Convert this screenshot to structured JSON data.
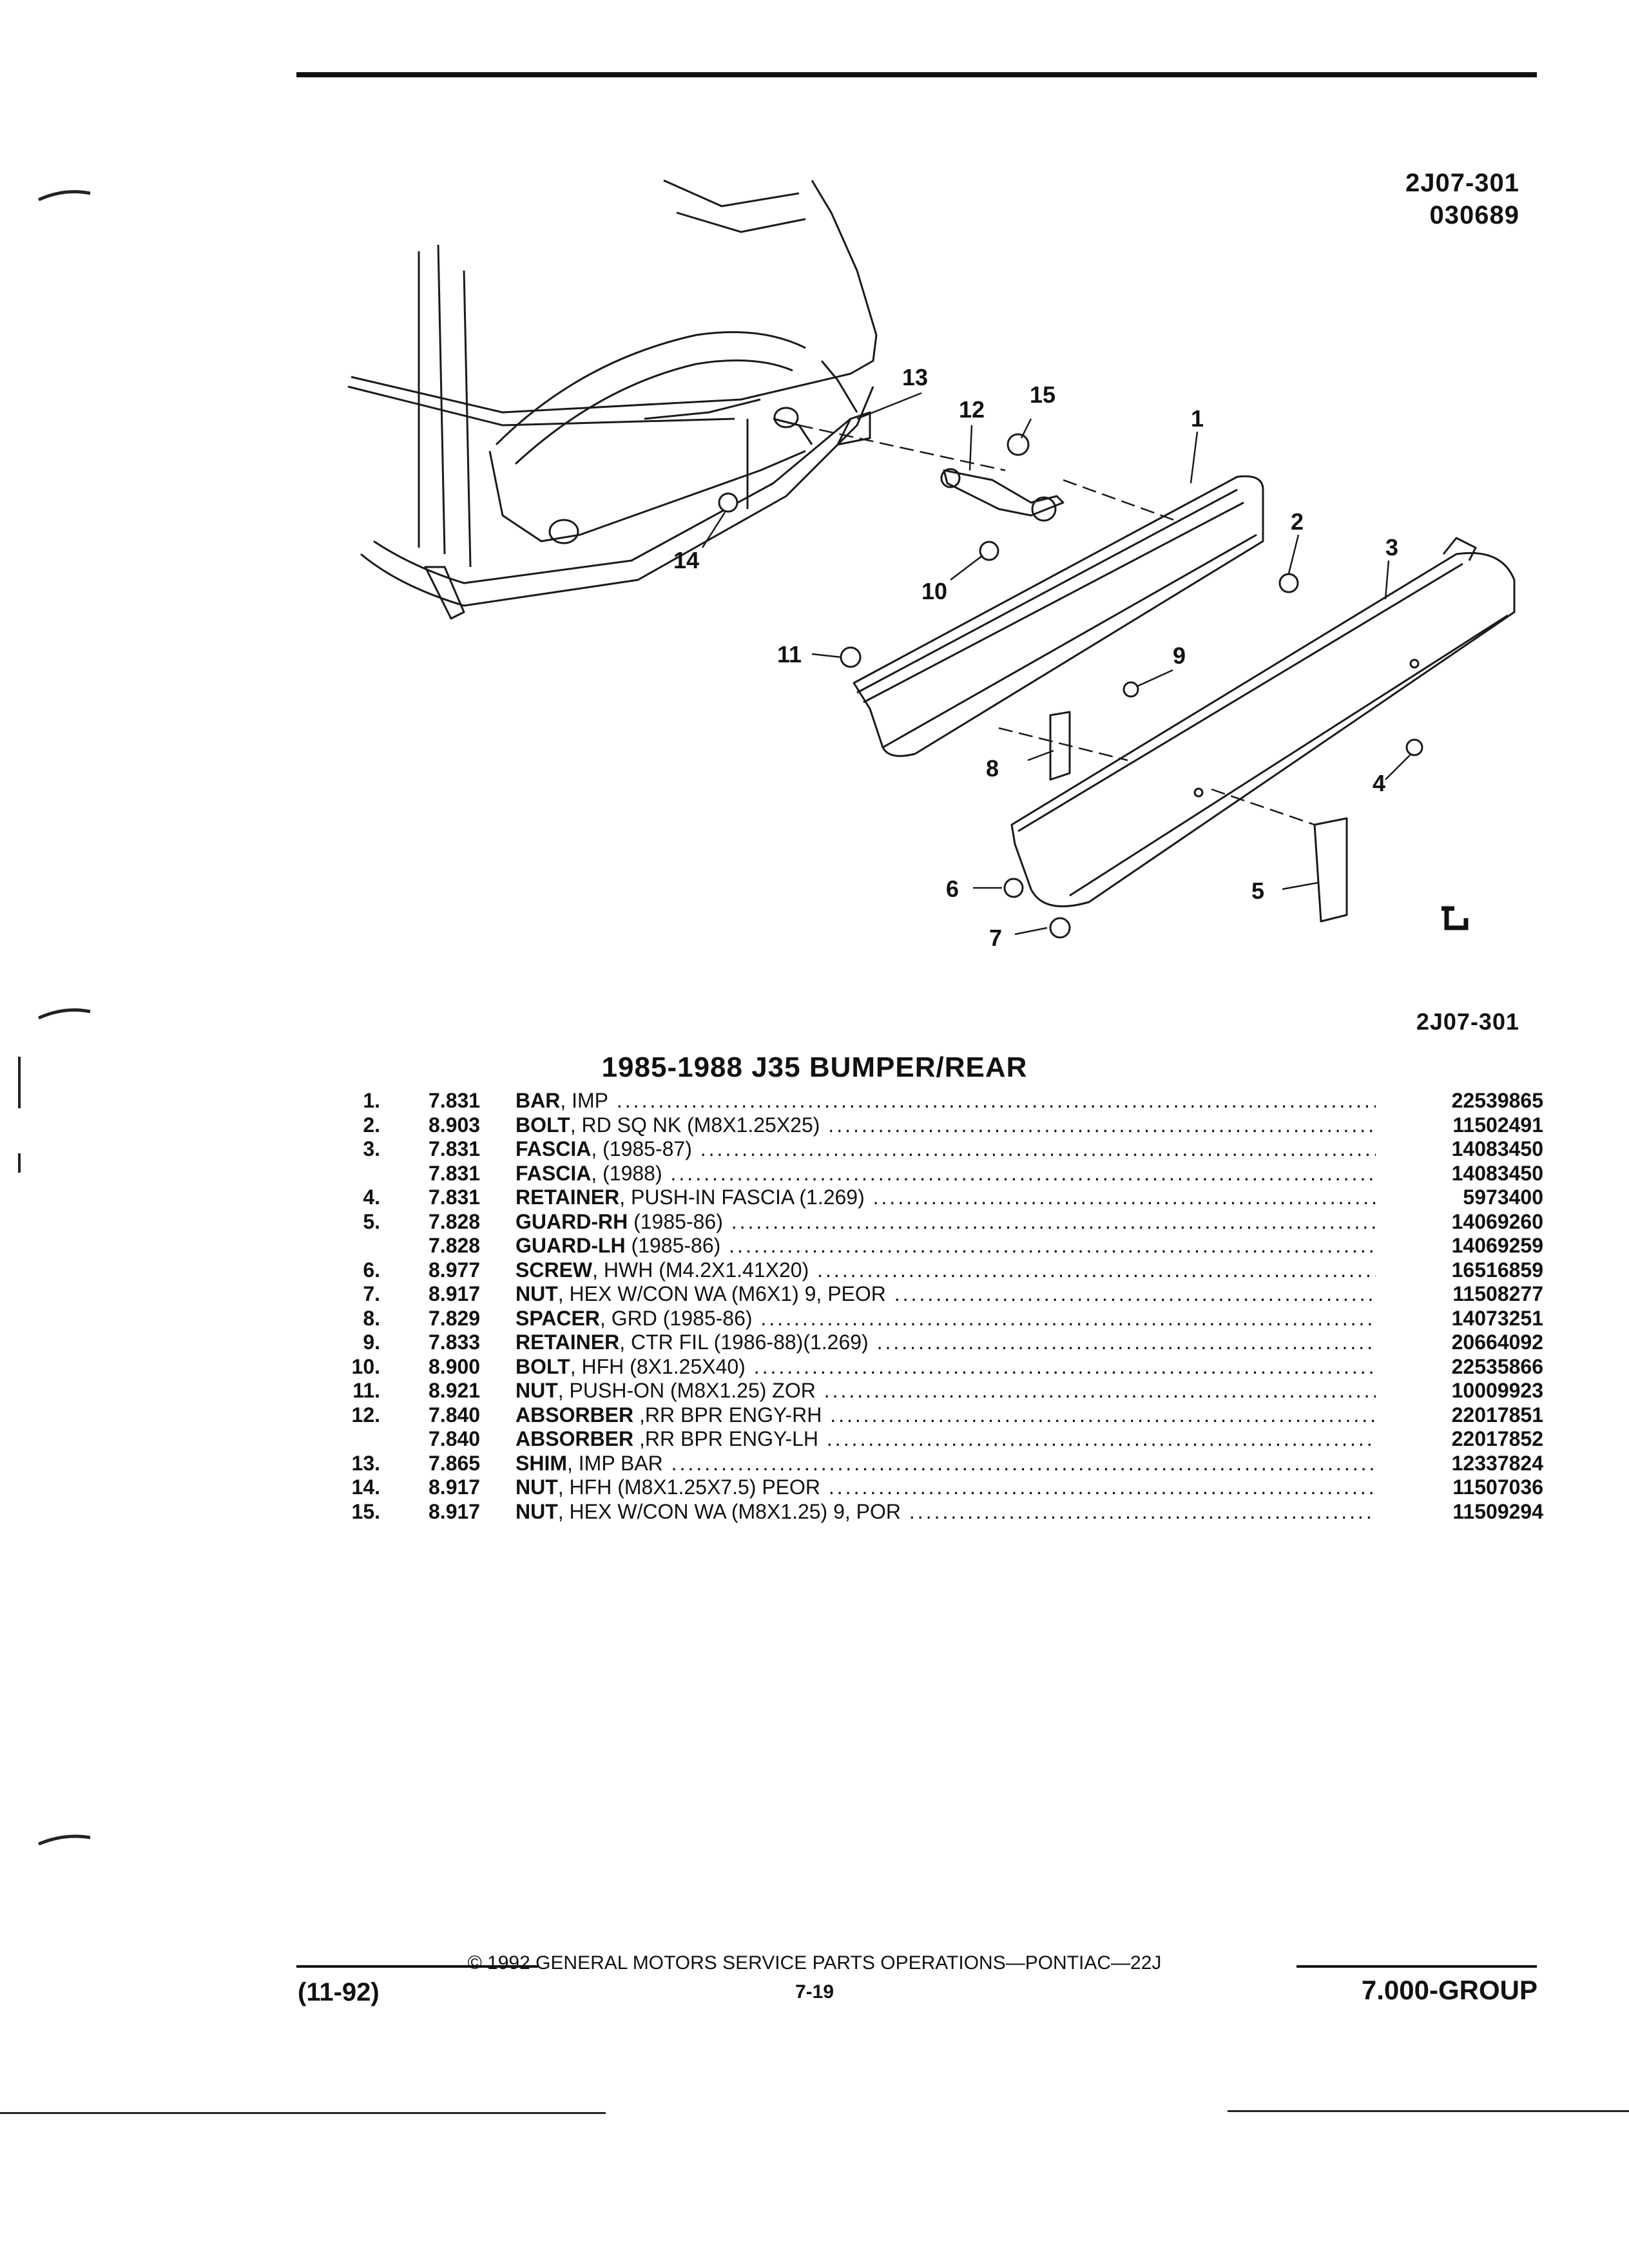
{
  "header": {
    "ref_code": "2J07-301",
    "ref_date": "030689"
  },
  "diagram": {
    "ref_code": "2J07-301",
    "callouts": [
      "1",
      "2",
      "3",
      "4",
      "5",
      "6",
      "7",
      "8",
      "9",
      "10",
      "11",
      "12",
      "13",
      "14",
      "15"
    ]
  },
  "section_title": "1985-1988 J35 BUMPER/REAR",
  "parts": [
    {
      "index": "1.",
      "group": "7.831",
      "name": "BAR",
      "desc": ", IMP",
      "part_no": "22539865"
    },
    {
      "index": "2.",
      "group": "8.903",
      "name": "BOLT",
      "desc": ", RD SQ NK (M8X1.25X25)",
      "part_no": "11502491"
    },
    {
      "index": "3.",
      "group": "7.831",
      "name": "FASCIA",
      "desc": ", (1985-87)",
      "part_no": "14083450"
    },
    {
      "index": "",
      "group": "7.831",
      "name": "FASCIA",
      "desc": ", (1988)",
      "part_no": "14083450"
    },
    {
      "index": "4.",
      "group": "7.831",
      "name": "RETAINER",
      "desc": ", PUSH-IN FASCIA (1.269)",
      "part_no": "5973400"
    },
    {
      "index": "5.",
      "group": "7.828",
      "name": "GUARD-RH",
      "desc": " (1985-86)",
      "part_no": "14069260"
    },
    {
      "index": "",
      "group": "7.828",
      "name": "GUARD-LH",
      "desc": " (1985-86)",
      "part_no": "14069259"
    },
    {
      "index": "6.",
      "group": "8.977",
      "name": "SCREW",
      "desc": ", HWH (M4.2X1.41X20)",
      "part_no": "16516859"
    },
    {
      "index": "7.",
      "group": "8.917",
      "name": "NUT",
      "desc": ", HEX W/CON WA (M6X1) 9, PEOR",
      "part_no": "11508277"
    },
    {
      "index": "8.",
      "group": "7.829",
      "name": "SPACER",
      "desc": ", GRD (1985-86)",
      "part_no": "14073251"
    },
    {
      "index": "9.",
      "group": "7.833",
      "name": "RETAINER",
      "desc": ", CTR FIL (1986-88)(1.269)",
      "part_no": "20664092"
    },
    {
      "index": "10.",
      "group": "8.900",
      "name": "BOLT",
      "desc": ", HFH (8X1.25X40)",
      "part_no": "22535866"
    },
    {
      "index": "11.",
      "group": "8.921",
      "name": "NUT",
      "desc": ", PUSH-ON (M8X1.25) ZOR",
      "part_no": "10009923"
    },
    {
      "index": "12.",
      "group": "7.840",
      "name": "ABSORBER",
      "desc": " ,RR BPR ENGY-RH",
      "part_no": "22017851"
    },
    {
      "index": "",
      "group": "7.840",
      "name": "ABSORBER",
      "desc": " ,RR BPR ENGY-LH",
      "part_no": "22017852"
    },
    {
      "index": "13.",
      "group": "7.865",
      "name": "SHIM",
      "desc": ", IMP BAR",
      "part_no": "12337824"
    },
    {
      "index": "14.",
      "group": "8.917",
      "name": "NUT",
      "desc": ", HFH (M8X1.25X7.5) PEOR",
      "part_no": "11507036"
    },
    {
      "index": "15.",
      "group": "8.917",
      "name": "NUT",
      "desc": ", HEX W/CON WA (M8X1.25) 9, POR",
      "part_no": "11509294"
    }
  ],
  "footer": {
    "copyright": "© 1992 GENERAL MOTORS SERVICE PARTS OPERATIONS—PONTIAC—22J",
    "revision": "(11-92)",
    "page": "7-19",
    "group": "7.000-GROUP"
  }
}
